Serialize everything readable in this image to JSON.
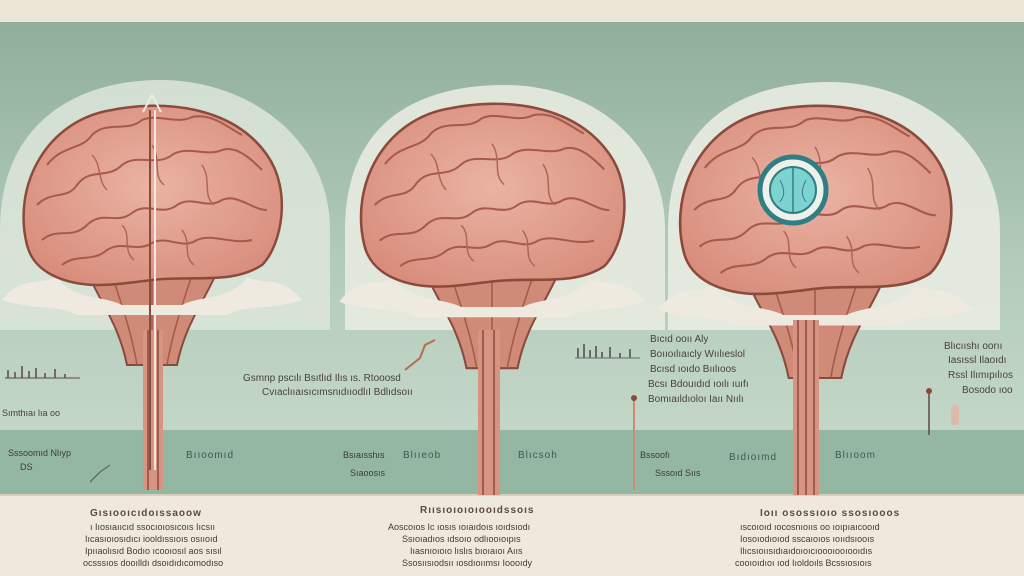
{
  "colors": {
    "top_strip": "#ece6d6",
    "sky": "#a9c4b2",
    "band": "#94b7a3",
    "bottom_panel": "#efe9dc",
    "halo": "#eef0e6",
    "brain": "#e3a595",
    "brain_outline": "#8a4a3c",
    "stem": "#cf8a78",
    "marker_ring": "#2f7e83",
    "marker_fill": "#7dd3d2"
  },
  "icons": {
    "arrow": "up-arrow-icon",
    "marker": "circular-target-icon",
    "pin": "pin-icon"
  },
  "texts": {
    "left_small_1": "Sımthıaı lıa oo",
    "left_label": "Bııoomıd",
    "left_sub_1": "Sssoomıd Nlıyp",
    "left_sub_2": "DS",
    "mid_line_1": "Gsmnp pscılı Bsıtlıd Ilıs ıs. Rtooosd",
    "mid_line_2": "CvıaclııaısıcımsnıdııodlıI Bdlıdsoıı",
    "mid_label_1": "Blııeob",
    "mid_label_2": "Blıcsoh",
    "mid_sub_1": "Bsıaısshıs",
    "mid_sub_2": "Sıaoosıs",
    "right_block_1": "Bıcıd ooıı Aly",
    "right_block_2": "Boııoılıaıcly Wıılıeslol",
    "right_block_3": "Bcısd ıoıdo Bıılıoos",
    "right_block_4": "Bcsı Bdouıdıd ıoılı ıuıfı",
    "right_block_5": "Bomıaıldıoloı Iaıı Nıılı",
    "right_label_1": "Bıdıoımd",
    "right_label_2": "Blııoom",
    "right_sub_1": "Bssoofı",
    "right_sub_2": "Sssoıd Sııs",
    "far_right_1": "Blıcııshı oorıı",
    "far_right_2": "Iasıssl Ilaoıdı",
    "far_right_3": "Rssl Ilımıpılıos",
    "far_right_4": "Bosodo ıoo",
    "panel_1_title": "Gısıooıcıdoıssaoow",
    "panel_1_lines": [
      "ı Iıosıaııcıd ssocıoıosıcoıs Iıcsıı",
      "Iıcasıoıosıdıcı iooldıssıoıs osııoıd",
      "Ipııaolısıd Bodıo ıcooıosıl aos sısıl",
      "ocsssıos dooılldı dsoıdıdıcomodıso"
    ],
    "panel_2_title": "Rıısıoıoıoıooıdssoıs",
    "panel_2_lines": [
      "Aoscoıos Ic ıosıs ıoıaıdoıs ıoıdsıodı",
      "Ssıoıadıos ıdsoıo odlıooıoıpıs",
      "Iıasnıoıoıo lıslıs bıoıaıoı Aııs",
      "Ssosıısıodsıı ıosdıoıımsı Ioooıdy"
    ],
    "panel_3_title": "Ioıı osossıoıo ssosıooos",
    "panel_3_lines": [
      "ıscoıoıd ıocosnıoııs oo ıoıpıaıcooıd",
      "Iosoıodıoıod sscaıoıos ıoııdsıooıs",
      "Ilıcsıoıısıdıaıdoıoıcıoooıooıooıdıs",
      "cooıoıdıoı ıod Iıoldoıls Bcssıosıoıs"
    ]
  }
}
